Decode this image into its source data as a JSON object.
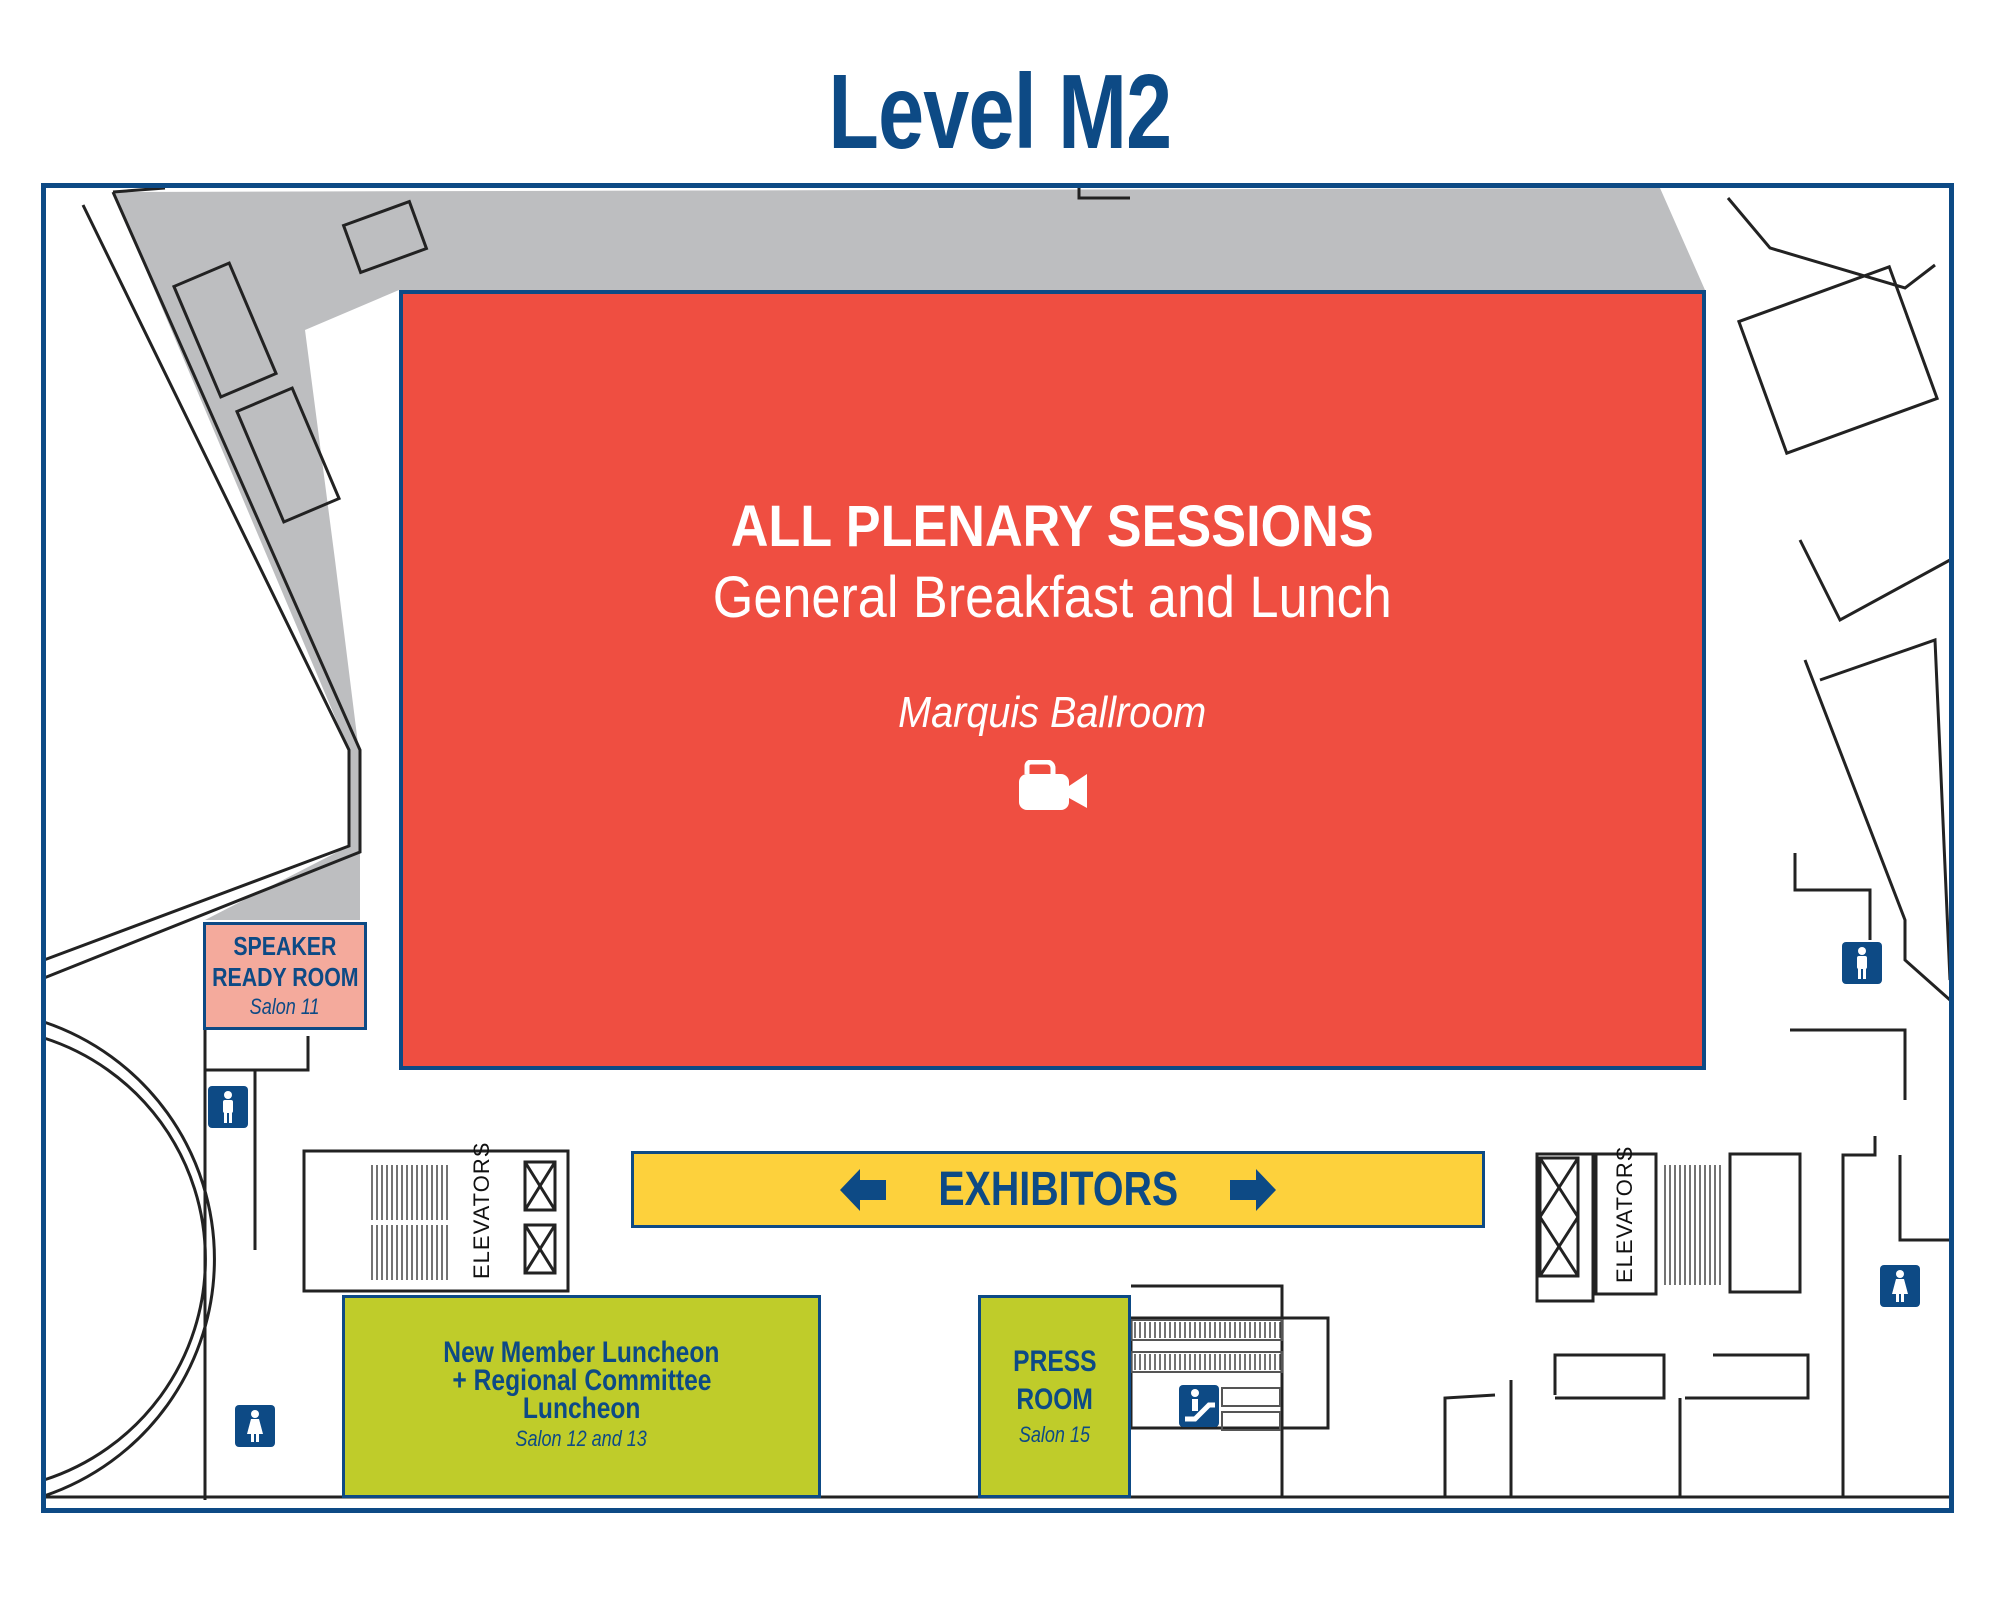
{
  "title": "Level M2",
  "plenary": {
    "heading": "ALL PLENARY SESSIONS",
    "subheading": "General Breakfast and Lunch",
    "room": "Marquis Ballroom",
    "icon": "video-camera-icon"
  },
  "speaker_room": {
    "line1": "SPEAKER",
    "line2": "READY ROOM",
    "salon": "Salon 11"
  },
  "exhibitors": {
    "label": "EXHIBITORS",
    "icons": [
      "arrow-left-icon",
      "arrow-right-icon"
    ]
  },
  "luncheon": {
    "line1": "New Member Luncheon",
    "line2": "+ Regional Committee",
    "line3": "Luncheon",
    "salon": "Salon 12 and 13"
  },
  "press_room": {
    "line1": "PRESS",
    "line2": "ROOM",
    "salon": "Salon 15"
  },
  "elevators": {
    "left": "ELEVATORS",
    "right": "ELEVATORS"
  },
  "colors": {
    "brand": "#0d4a85",
    "plenary": "#ef4e41",
    "speaker": "#f4aa9c",
    "exhibitors": "#fdd13c",
    "luncheon": "#bfcc2a",
    "corridor": "#bdbec0"
  }
}
